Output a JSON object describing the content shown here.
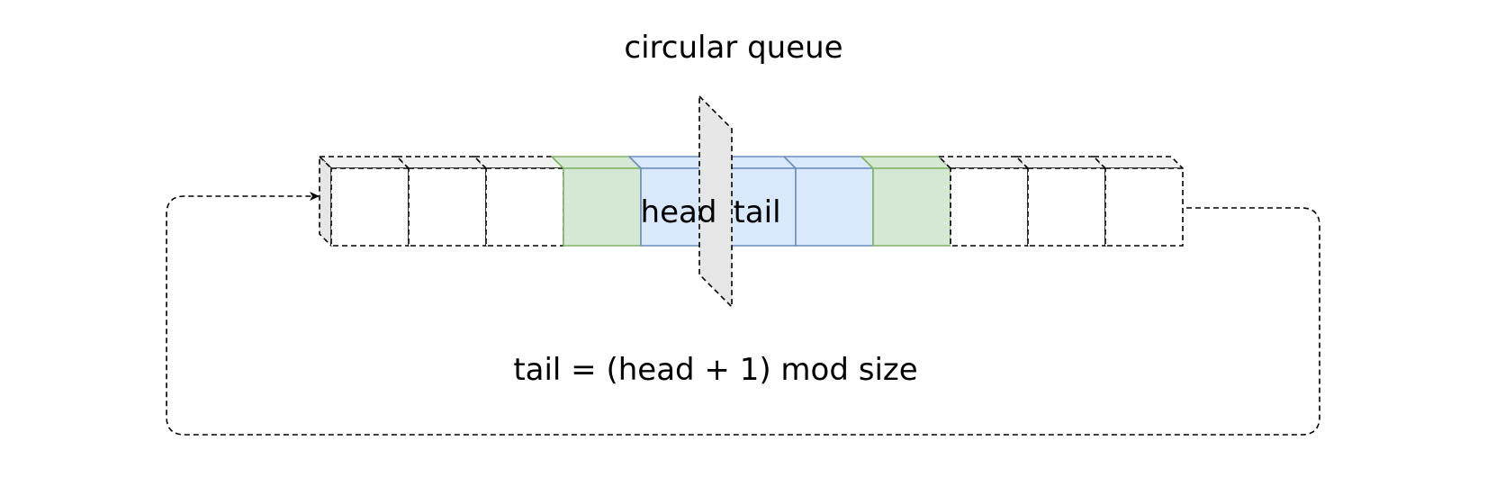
{
  "title": "circular queue",
  "formula": "tail = (head + 1) mod size",
  "labels": {
    "head": "head",
    "tail": "tail"
  },
  "colors": {
    "empty_fill": "#ffffff",
    "empty_stroke": "#000000",
    "empty_top": "#f0f0f0",
    "empty_side": "#e6e6e6",
    "green_fill": "#d5e8d4",
    "green_stroke": "#82b366",
    "blue_fill": "#dae8fc",
    "blue_stroke": "#6c8ebf",
    "plane_fill": "#e6e6e6",
    "arrow_stroke": "#000000"
  },
  "cells": [
    {
      "kind": "empty",
      "label": ""
    },
    {
      "kind": "empty",
      "label": ""
    },
    {
      "kind": "empty",
      "label": ""
    },
    {
      "kind": "green",
      "label": ""
    },
    {
      "kind": "blue",
      "label": "head"
    },
    {
      "kind": "blue",
      "label": "tail"
    },
    {
      "kind": "blue",
      "label": ""
    },
    {
      "kind": "green",
      "label": ""
    },
    {
      "kind": "empty",
      "label": ""
    },
    {
      "kind": "empty",
      "label": ""
    },
    {
      "kind": "empty",
      "label": ""
    }
  ]
}
